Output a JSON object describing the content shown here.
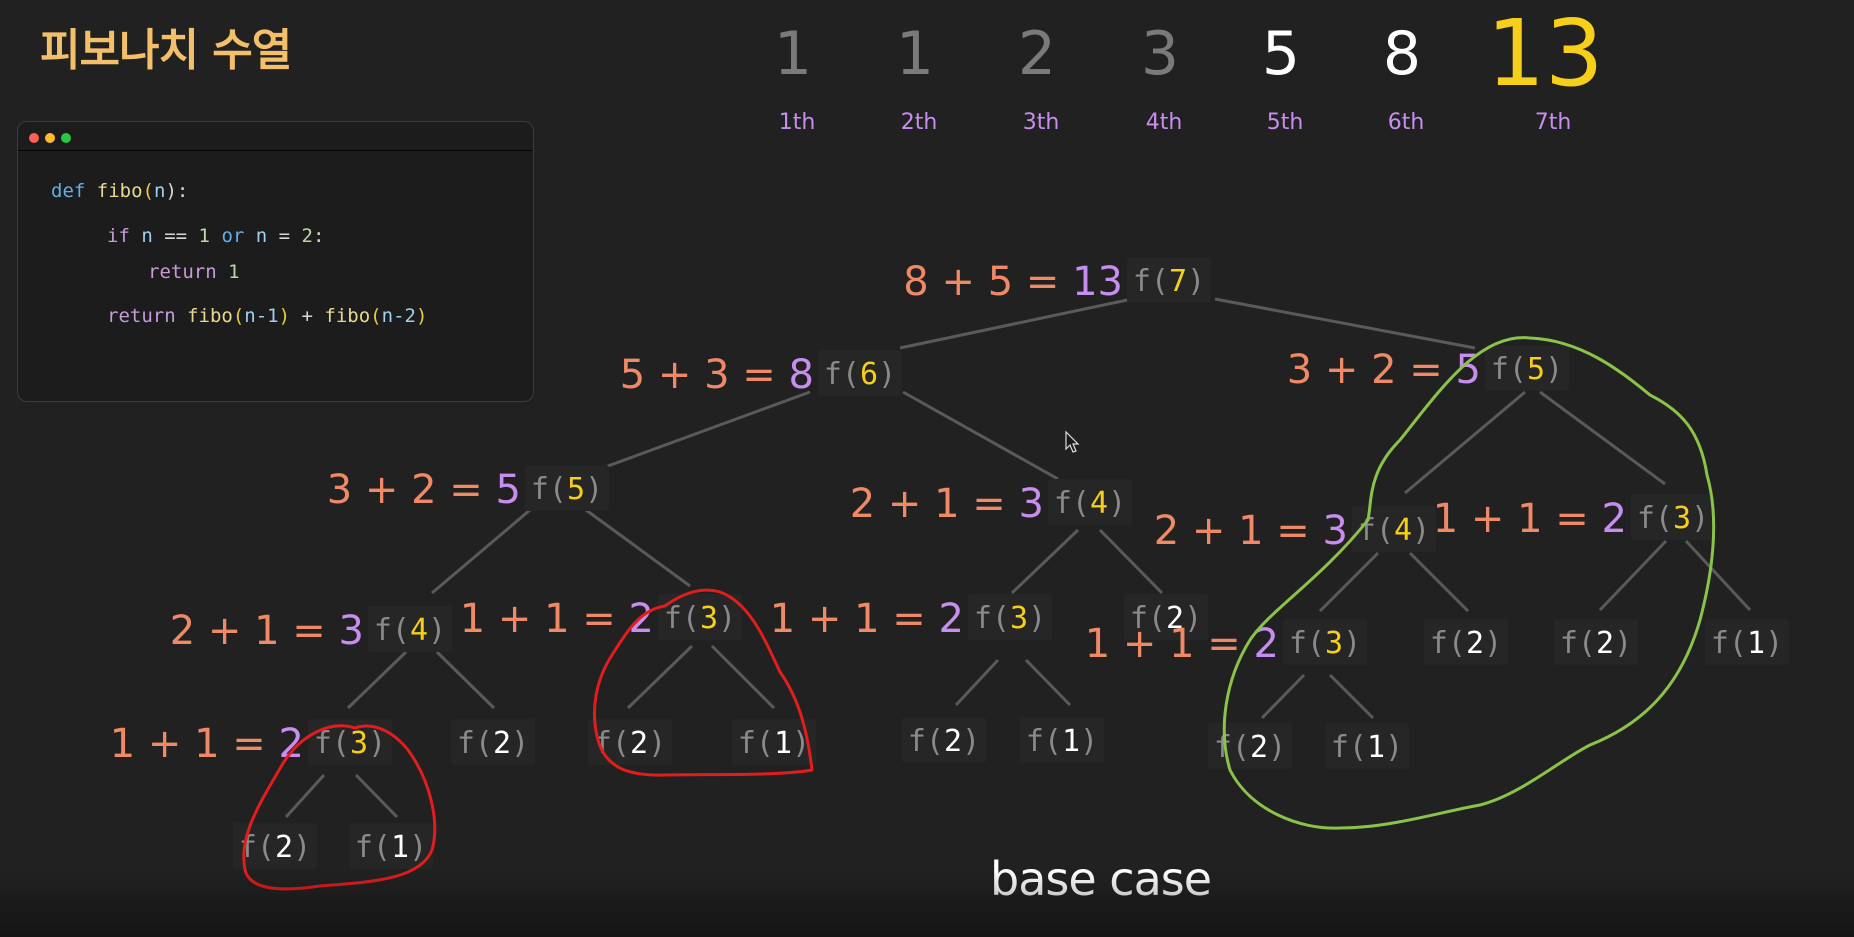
{
  "title": "피보나치 수열",
  "sequence": [
    {
      "value": "1",
      "ordinal": "1th",
      "color": "#7a7a7a"
    },
    {
      "value": "1",
      "ordinal": "2th",
      "color": "#7a7a7a"
    },
    {
      "value": "2",
      "ordinal": "3th",
      "color": "#7a7a7a"
    },
    {
      "value": "3",
      "ordinal": "4th",
      "color": "#7a7a7a"
    },
    {
      "value": "5",
      "ordinal": "5th",
      "color": "#ffffff"
    },
    {
      "value": "8",
      "ordinal": "6th",
      "color": "#ffffff"
    },
    {
      "value": "13",
      "ordinal": "7th",
      "color": "#f5cf1a"
    }
  ],
  "code": {
    "lines": [
      [
        {
          "t": "def ",
          "c": "kw"
        },
        {
          "t": "fibo",
          "c": "fn"
        },
        {
          "t": "(",
          "c": "par"
        },
        {
          "t": "n",
          "c": "var"
        },
        {
          "t": "):",
          "c": "op"
        }
      ],
      [
        {
          "t": "if ",
          "c": "kw2"
        },
        {
          "t": "n",
          "c": "var"
        },
        {
          "t": " == ",
          "c": "op"
        },
        {
          "t": "1",
          "c": "num"
        },
        {
          "t": " or ",
          "c": "kw"
        },
        {
          "t": "n",
          "c": "var"
        },
        {
          "t": " = ",
          "c": "op"
        },
        {
          "t": "2",
          "c": "num"
        },
        {
          "t": ":",
          "c": "op"
        }
      ],
      [
        {
          "t": "return ",
          "c": "kw2"
        },
        {
          "t": "1",
          "c": "num"
        }
      ],
      [
        {
          "t": "return ",
          "c": "kw2"
        },
        {
          "t": "fibo",
          "c": "fn"
        },
        {
          "t": "(",
          "c": "par"
        },
        {
          "t": "n-1",
          "c": "var"
        },
        {
          "t": ")",
          "c": "par"
        },
        {
          "t": " + ",
          "c": "op"
        },
        {
          "t": "fibo",
          "c": "fn"
        },
        {
          "t": "(",
          "c": "par"
        },
        {
          "t": "n-2",
          "c": "var"
        },
        {
          "t": ")",
          "c": "par"
        }
      ]
    ]
  },
  "tree": {
    "nodes": [
      {
        "id": "n7",
        "call": "7",
        "expr": [
          "8",
          "5",
          "13"
        ]
      },
      {
        "id": "n6",
        "call": "6",
        "expr": [
          "5",
          "3",
          "8"
        ]
      },
      {
        "id": "n5r",
        "call": "5",
        "expr": [
          "3",
          "2",
          "5"
        ]
      },
      {
        "id": "n5",
        "call": "5",
        "expr": [
          "3",
          "2",
          "5"
        ]
      },
      {
        "id": "n4m",
        "call": "4",
        "expr": [
          "2",
          "1",
          "3"
        ]
      },
      {
        "id": "n4r",
        "call": "4",
        "expr": [
          "2",
          "1",
          "3"
        ]
      },
      {
        "id": "n3rr",
        "call": "3",
        "expr": [
          "1",
          "1",
          "2"
        ]
      },
      {
        "id": "n4l",
        "call": "4",
        "expr": [
          "2",
          "1",
          "3"
        ]
      },
      {
        "id": "n3a",
        "call": "3",
        "expr": [
          "1",
          "1",
          "2"
        ]
      },
      {
        "id": "n3m",
        "call": "3",
        "expr": [
          "1",
          "1",
          "2"
        ]
      },
      {
        "id": "n2m",
        "call": "2"
      },
      {
        "id": "n3r",
        "call": "3",
        "expr": [
          "1",
          "1",
          "2"
        ]
      },
      {
        "id": "n2r1",
        "call": "2"
      },
      {
        "id": "n2r2",
        "call": "2"
      },
      {
        "id": "n1r1",
        "call": "1"
      },
      {
        "id": "n3b",
        "call": "3",
        "expr": [
          "1",
          "1",
          "2"
        ]
      },
      {
        "id": "n2b",
        "call": "2"
      },
      {
        "id": "n2c",
        "call": "2"
      },
      {
        "id": "n1c",
        "call": "1"
      },
      {
        "id": "n2d",
        "call": "2"
      },
      {
        "id": "n1d",
        "call": "1"
      },
      {
        "id": "n2e",
        "call": "2"
      },
      {
        "id": "n1e",
        "call": "1"
      },
      {
        "id": "n2f",
        "call": "2"
      },
      {
        "id": "n1f",
        "call": "1"
      }
    ],
    "colors": {
      "operand": "#f08a66",
      "result": "#c78ef0",
      "arg": "#f5cf1a",
      "leafArg": "#ffffff",
      "callText": "#8a8a8a",
      "edge": "#5a5a5a",
      "redCircle": "#e11d1d",
      "greenCircle": "#8bc34a"
    }
  },
  "label": "base case"
}
